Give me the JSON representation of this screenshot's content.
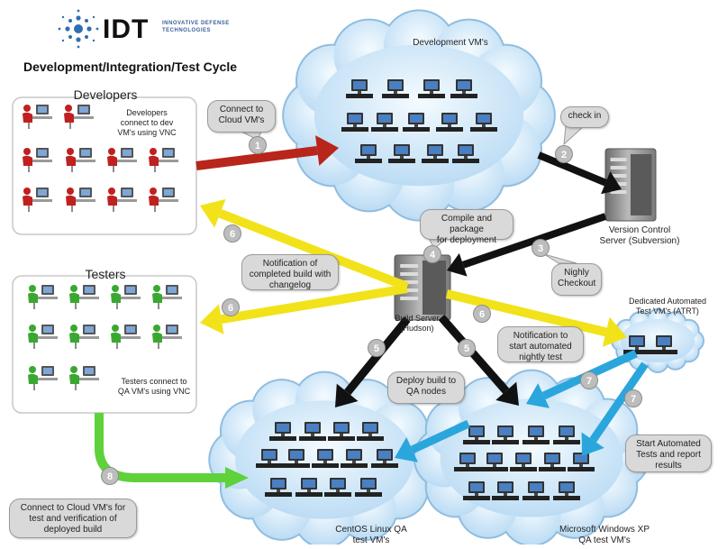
{
  "logo": {
    "mark": "IDT",
    "subtitle_line1": "INNOVATIVE DEFENSE",
    "subtitle_line2": "TECHNOLOGIES"
  },
  "title": "Development/Integration/Test Cycle",
  "groups": {
    "developers": {
      "title": "Developers",
      "note_lines": [
        "Developers",
        "connect to dev",
        "VM's using VNC"
      ]
    },
    "testers": {
      "title": "Testers",
      "note_lines": [
        "Testers connect to",
        "QA VM's using VNC"
      ]
    }
  },
  "clouds": {
    "dev": {
      "label": "Development VM's"
    },
    "atrt": {
      "label_lines": [
        "Dedicated Automated",
        "Test VM's (ATRT)"
      ]
    },
    "centos": {
      "label_lines": [
        "CentOS Linux QA",
        "test VM's"
      ]
    },
    "windows": {
      "label_lines": [
        "Microsoft Windows XP",
        "QA test VM's"
      ]
    }
  },
  "servers": {
    "version_control": {
      "label_lines": [
        "Version Control",
        "Server (Subversion)"
      ]
    },
    "build": {
      "label_lines": [
        "Build Server",
        "(Hudson)"
      ]
    }
  },
  "steps": {
    "s1": {
      "num": "1",
      "lines": [
        "Connect to",
        "Cloud VM's"
      ]
    },
    "s2": {
      "num": "2",
      "lines": [
        "check in"
      ]
    },
    "s3": {
      "num": "3",
      "lines": [
        "Nighly",
        "Checkout"
      ]
    },
    "s4": {
      "num": "4",
      "lines": [
        "Compile and package",
        "for deployment"
      ]
    },
    "s5": {
      "num": "5",
      "lines": [
        "Deploy build to",
        "QA nodes"
      ]
    },
    "s6": {
      "num": "6",
      "lines": [
        "Notification of",
        "completed build with",
        "changelog"
      ]
    },
    "s6b": {
      "num": "6",
      "lines": [
        "Notification to",
        "start automated",
        "nightly test"
      ]
    },
    "s7": {
      "num": "7",
      "lines": [
        "Start Automated",
        "Tests and report",
        "results"
      ]
    },
    "s8": {
      "num": "8",
      "lines": [
        "Connect to Cloud VM's for",
        "test and verification of",
        "deployed build"
      ]
    }
  },
  "colors": {
    "red_arrow": "#b8251a",
    "black_arrow": "#111111",
    "yellow_arrow": "#f2e21a",
    "blue_arrow": "#2aa6dd",
    "green_arrow": "#5fd13a",
    "cloud": "#d6ebf9",
    "cloud_edge": "#8fbde0",
    "developer": "#c02020",
    "tester": "#3aa830"
  }
}
